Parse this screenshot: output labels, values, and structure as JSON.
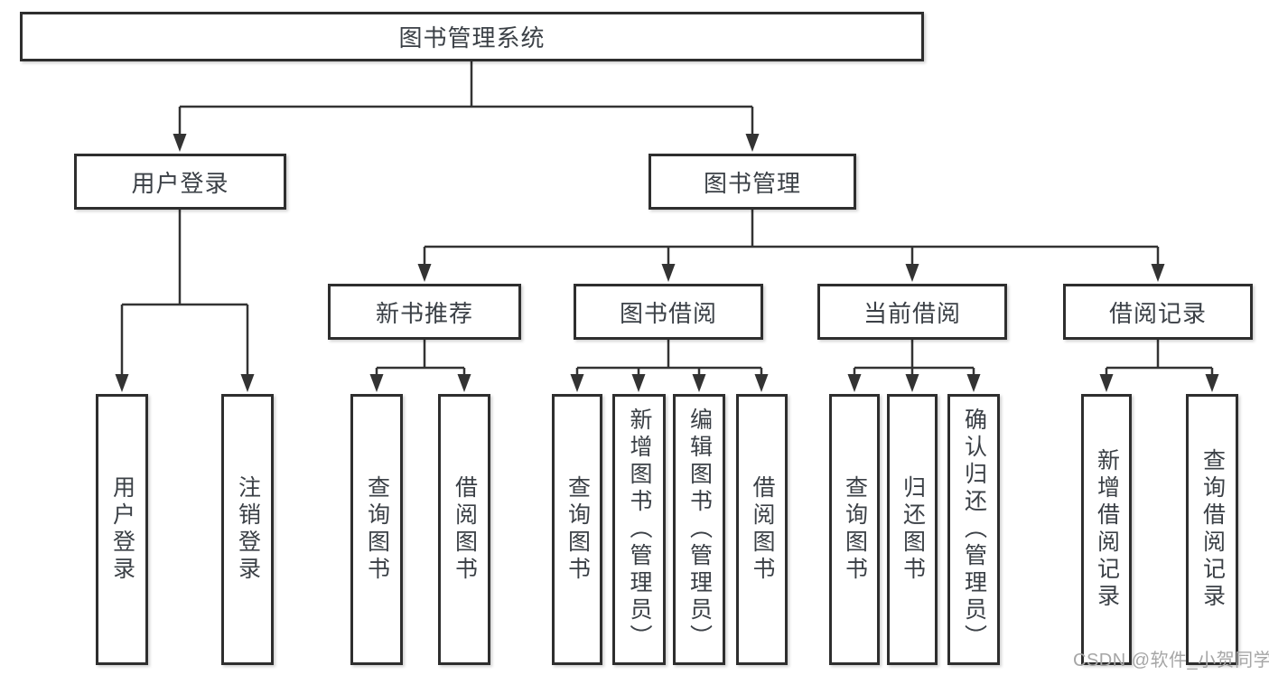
{
  "colors": {
    "background": "#ffffff",
    "line": "#333333",
    "box_border": "#2e2e2e",
    "text": "#3b4046",
    "watermark": "#a6a6a6"
  },
  "watermark": {
    "text": "CSDN @软件_小贺同学"
  },
  "tree": {
    "root": {
      "label": "图书管理系统"
    },
    "level2": [
      {
        "label": "用户登录",
        "children": [
          {
            "label": "用户登录"
          },
          {
            "label": "注销登录"
          }
        ]
      },
      {
        "label": "图书管理",
        "children": [
          {
            "label": "新书推荐",
            "children": [
              {
                "label": "查询图书"
              },
              {
                "label": "借阅图书"
              }
            ]
          },
          {
            "label": "图书借阅",
            "children": [
              {
                "label": "查询图书"
              },
              {
                "label": "新增图书（管理员）"
              },
              {
                "label": "编辑图书（管理员）"
              },
              {
                "label": "借阅图书"
              }
            ]
          },
          {
            "label": "当前借阅",
            "children": [
              {
                "label": "查询图书"
              },
              {
                "label": "归还图书"
              },
              {
                "label": "确认归还（管理员）"
              }
            ]
          },
          {
            "label": "借阅记录",
            "children": [
              {
                "label": "新增借阅记录"
              },
              {
                "label": "查询借阅记录"
              }
            ]
          }
        ]
      }
    ]
  }
}
